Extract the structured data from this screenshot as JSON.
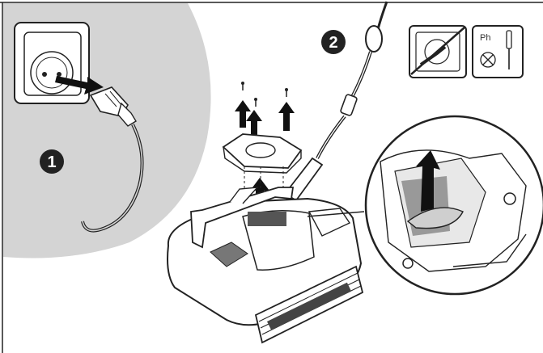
{
  "steps": [
    {
      "number": "1"
    },
    {
      "number": "2"
    }
  ],
  "tool": {
    "label": "Ph",
    "icon": "phillips-screwdriver-icon"
  },
  "warning": {
    "icon": "no-power-outlet-icon"
  },
  "colors": {
    "panel": "#d4d4d4",
    "badge": "#222222",
    "arrow": "#111111"
  }
}
